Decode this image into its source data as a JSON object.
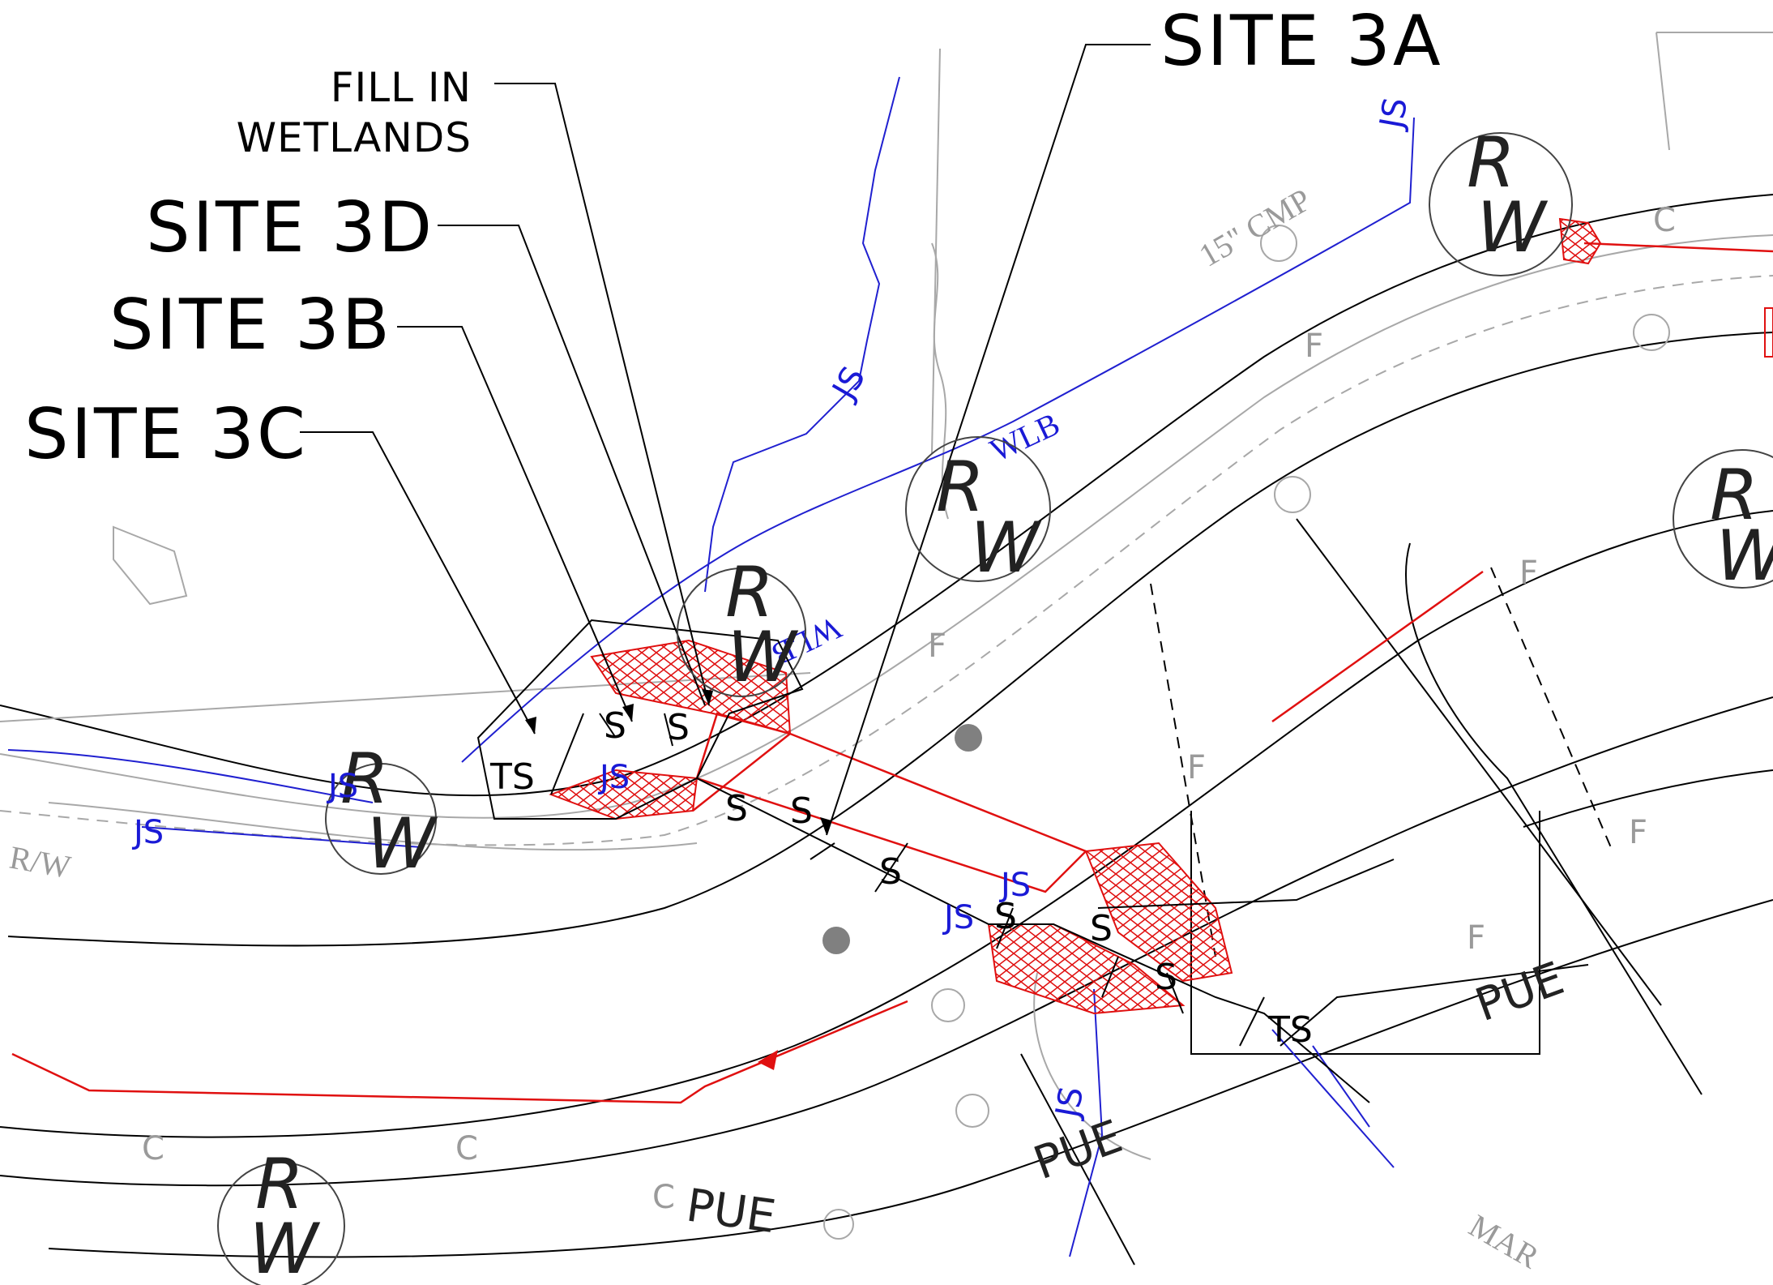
{
  "site_labels": {
    "site_3a": "SITE  3A",
    "site_3d": "SITE  3D",
    "site_3b": "SITE  3B",
    "site_3c": "SITE  3C"
  },
  "fill_label": [
    "FILL  IN",
    "WETLANDS"
  ],
  "rw_marker": {
    "r": "R",
    "w": "W"
  },
  "js_label": "JS",
  "s_label": "S",
  "ts_label": "TS",
  "f_label": "F",
  "c_label": "C",
  "pue_label": "PUE",
  "wlb_label": "WLB",
  "rw_text": "R/W",
  "cmp_label": "15\" CMP",
  "mar_label": "MAR",
  "colors": {
    "linework": "#000000",
    "existing": "#a8a8a8",
    "water": "#2020d0",
    "proposed": "#e01010",
    "hatch": "#e01010"
  }
}
